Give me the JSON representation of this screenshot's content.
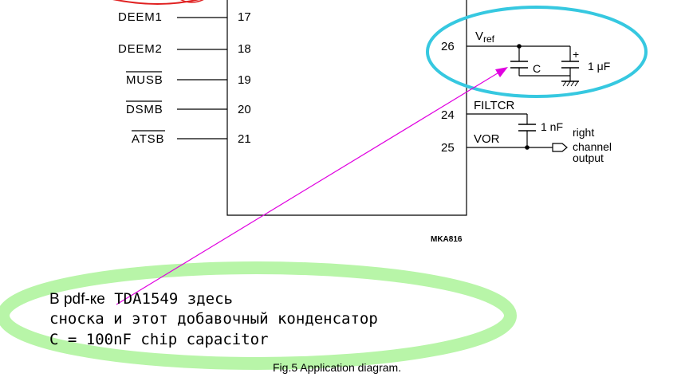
{
  "left_pins": [
    {
      "label": "DEEM1",
      "number": "17",
      "overline": false
    },
    {
      "label": "DEEM2",
      "number": "18",
      "overline": false
    },
    {
      "label": "MUSB",
      "number": "19",
      "overline": true
    },
    {
      "label": "DSMB",
      "number": "20",
      "overline": true
    },
    {
      "label": "ATSB",
      "number": "21",
      "overline": true
    }
  ],
  "right_pins": {
    "p26": {
      "number": "26",
      "net_main": "V",
      "net_sub": "ref"
    },
    "p24": {
      "number": "24",
      "net": "FILTCR"
    },
    "p25": {
      "number": "25",
      "net": "VOR"
    }
  },
  "components": {
    "cap_c": "C",
    "cap_1uf": "1  μF",
    "cap_1uf_plus": "+",
    "cap_1nf": "1  nF",
    "output_label": [
      "right",
      "channel",
      "output"
    ]
  },
  "figure_code": "MKA816",
  "note": {
    "line1_a": "В ",
    "line1_b": "pdf-ке",
    "line1_c": " TDA1549 здесь",
    "line2": "сноска и этот добавочный конденсатор",
    "line3": "C = 100nF chip capacitor"
  },
  "caption": "Fig.5  Application diagram.",
  "colors": {
    "highlight_ellipse": "#36c8e0",
    "note_ellipse": "#b8f5a8",
    "arrow": "#e000e0",
    "top_red_mark": "#e02020"
  }
}
